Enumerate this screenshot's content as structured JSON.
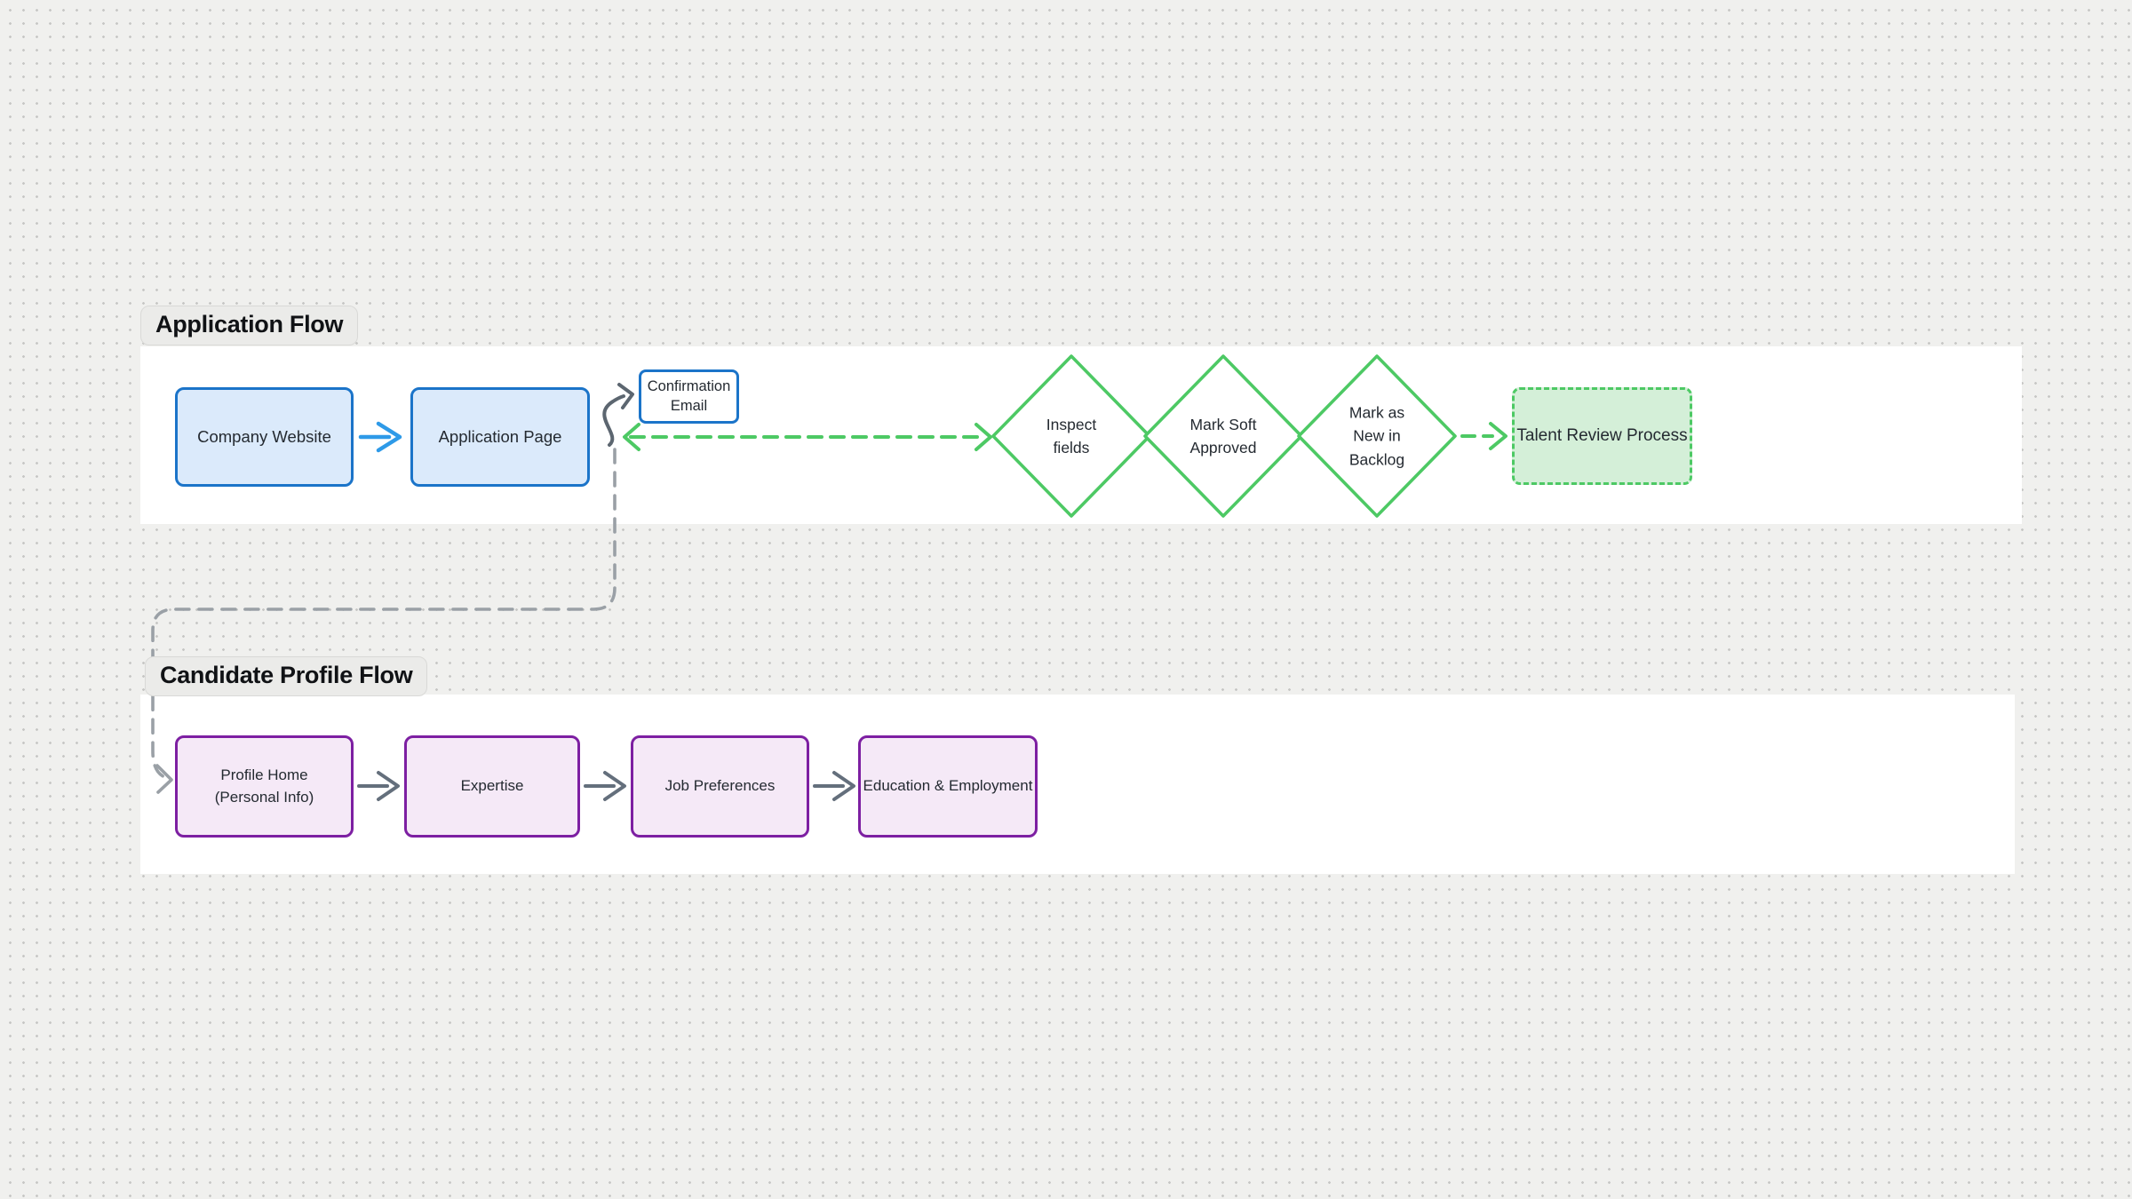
{
  "app": {
    "type": "whiteboard-flow-diagram"
  },
  "colors": {
    "blue_border": "#1b74c9",
    "blue_fill": "#dbeafb",
    "blue_arrow": "#2e9ae8",
    "green": "#4dc964",
    "green_fill": "#d4efd8",
    "purple_border": "#7d1fa2",
    "purple_fill": "#f5e9f7",
    "gray_arrow": "#646f7c",
    "dashed_gray": "#9aa0a6",
    "canvas_bg": "#f0f0ee",
    "band_bg": "#ffffff"
  },
  "sections": {
    "application_flow": {
      "label": "Application Flow"
    },
    "candidate_profile_flow": {
      "label": "Candidate Profile Flow"
    }
  },
  "nodes": {
    "company_website": {
      "label": "Company Website",
      "shape": "rectangle",
      "theme": "blue"
    },
    "application_page": {
      "label": "Application Page",
      "shape": "rectangle",
      "theme": "blue"
    },
    "confirmation_email": {
      "label": "Confirmation Email",
      "shape": "rectangle",
      "theme": "blue-outline"
    },
    "inspect_fields": {
      "label": "Inspect fields",
      "shape": "diamond",
      "theme": "green"
    },
    "mark_soft_approved": {
      "label": "Mark Soft Approved",
      "shape": "diamond",
      "theme": "green"
    },
    "mark_as_new_in_backlog": {
      "label": "Mark as New in Backlog",
      "shape": "diamond",
      "theme": "green"
    },
    "talent_review_process": {
      "label": "Talent Review Process",
      "shape": "rectangle-dashed",
      "theme": "green"
    },
    "profile_home": {
      "label": "Profile Home (Personal Info)",
      "shape": "rectangle",
      "theme": "purple"
    },
    "expertise": {
      "label": "Expertise",
      "shape": "rectangle",
      "theme": "purple"
    },
    "job_preferences": {
      "label": "Job Preferences",
      "shape": "rectangle",
      "theme": "purple"
    },
    "education_employment": {
      "label": "Education & Employment",
      "shape": "rectangle",
      "theme": "purple"
    }
  },
  "connections": [
    {
      "from": "company_website",
      "to": "application_page",
      "style": "solid-blue-arrow"
    },
    {
      "from": "application_page",
      "to": "confirmation_email",
      "style": "curved-gray-arrow"
    },
    {
      "from": "application_page",
      "to": "inspect_fields",
      "style": "dashed-green-double-arrow"
    },
    {
      "from": "inspect_fields",
      "to": "mark_soft_approved",
      "style": "adjacent"
    },
    {
      "from": "mark_soft_approved",
      "to": "mark_as_new_in_backlog",
      "style": "adjacent"
    },
    {
      "from": "mark_as_new_in_backlog",
      "to": "talent_review_process",
      "style": "dashed-green-arrow"
    },
    {
      "from": "application_page",
      "to": "profile_home",
      "style": "dashed-gray-elbow-arrow"
    },
    {
      "from": "profile_home",
      "to": "expertise",
      "style": "solid-gray-arrow"
    },
    {
      "from": "expertise",
      "to": "job_preferences",
      "style": "solid-gray-arrow"
    },
    {
      "from": "job_preferences",
      "to": "education_employment",
      "style": "solid-gray-arrow"
    }
  ]
}
